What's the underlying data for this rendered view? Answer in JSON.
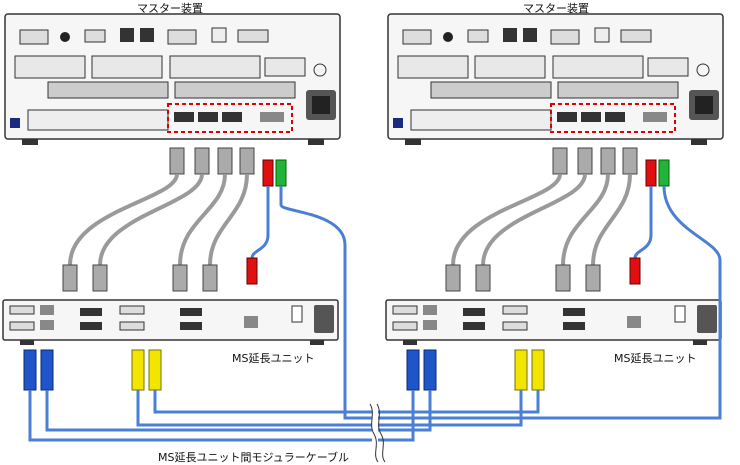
{
  "labels": {
    "master_left": "マスター装置",
    "master_right": "マスター装置",
    "unit_left": "MS延長ユニット",
    "unit_right": "MS延長ユニット",
    "cable": "MS延長ユニット間モジュラーケーブル"
  },
  "colors": {
    "chassis_fill": "#f4f4f4",
    "chassis_stroke": "#333333",
    "hdmi_cable": "#9a9a9a",
    "lan_cable": "#4a7fd4",
    "lan_plug_blue": "#1f55c8",
    "lan_plug_yellow": "#f2e600",
    "plug_red": "#e01010",
    "plug_green": "#22b43a",
    "highlight_dash": "#dd0000"
  }
}
